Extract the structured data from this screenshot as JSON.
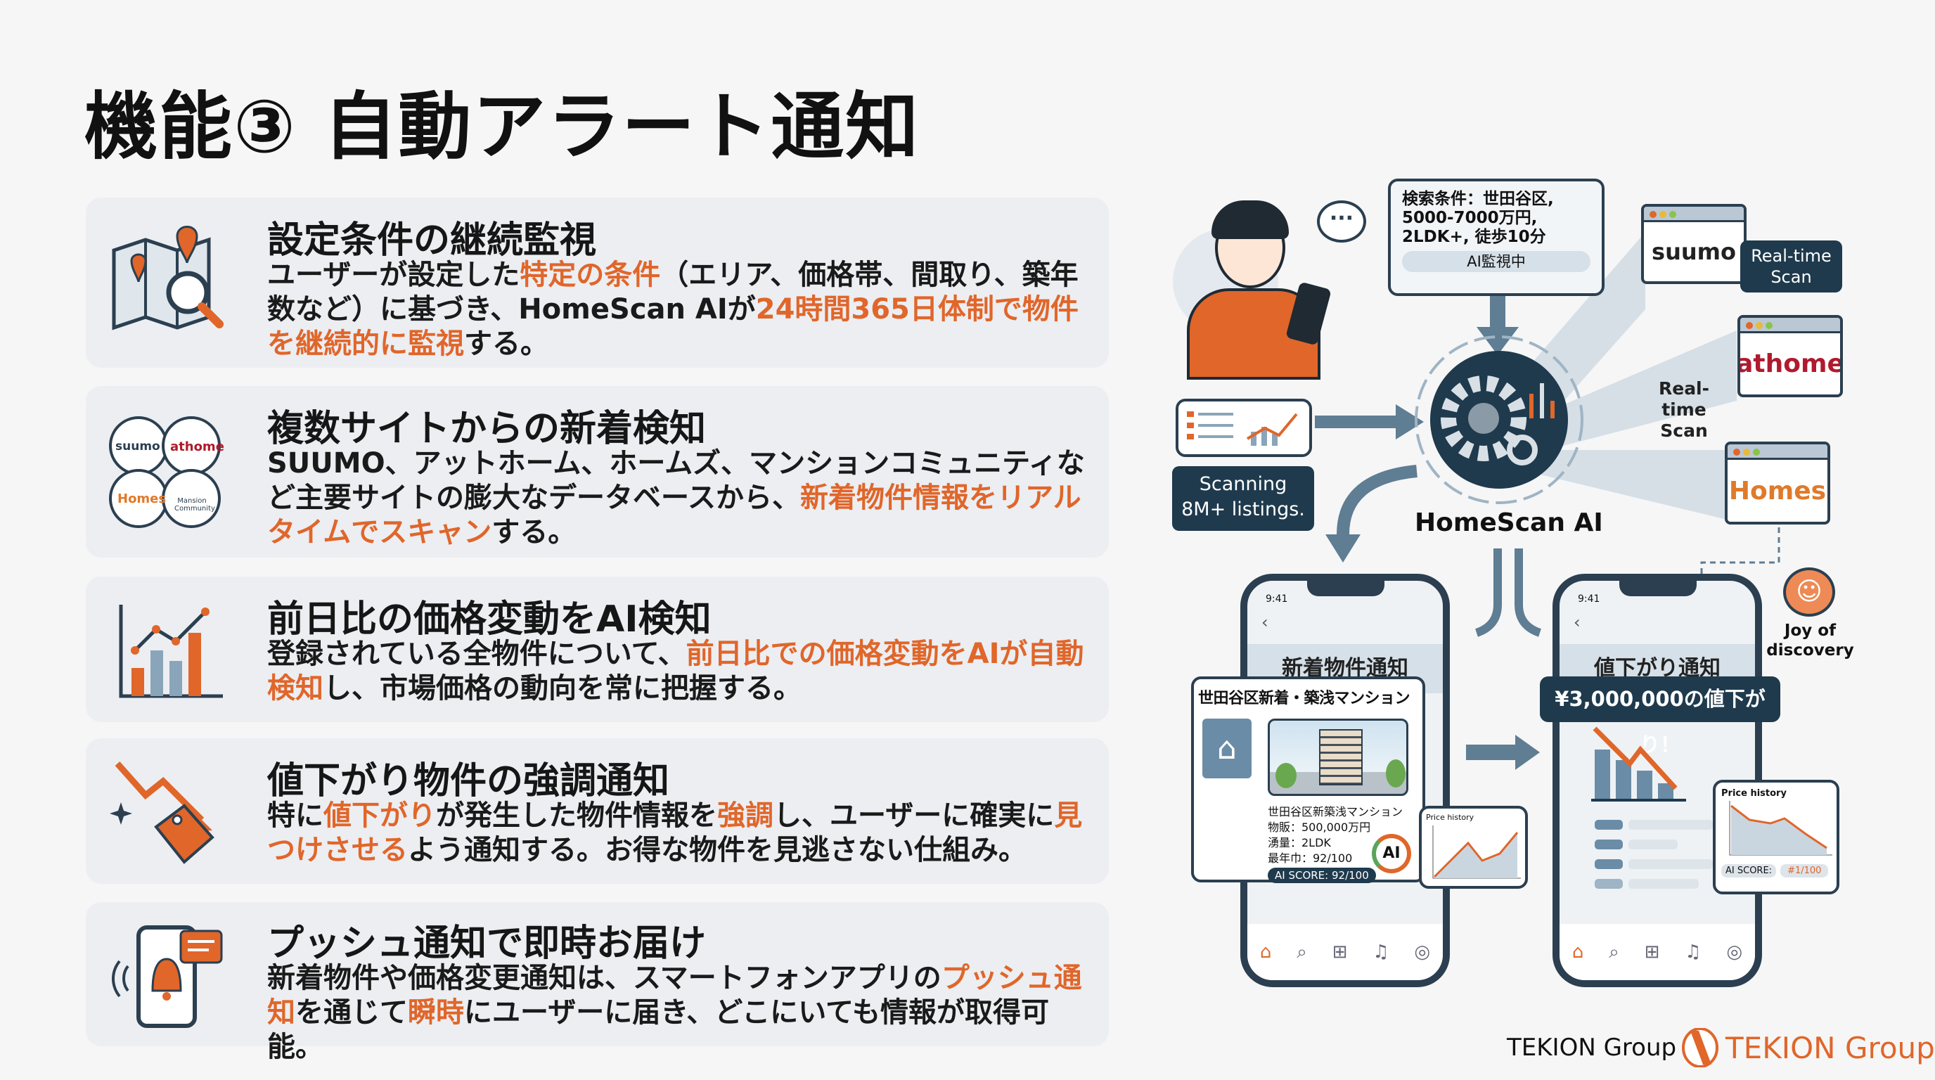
{
  "title": "機能③ 自動アラート通知",
  "colors": {
    "accent": "#e0662a",
    "navy": "#1f3a4d",
    "card_bg": "#eceef2"
  },
  "cards": [
    {
      "icon": "map-search-icon",
      "title": "設定条件の継続監視",
      "body": [
        {
          "t": "ユーザーが設定した"
        },
        {
          "t": "特定の条件",
          "hl": true
        },
        {
          "t": "（エリア、価格帯、間取り、築年数など）に基づき、HomeScan AIが"
        },
        {
          "t": "24時間365日体制で物件を継続的に監視",
          "hl": true
        },
        {
          "t": "する。"
        }
      ]
    },
    {
      "icon": "site-logos-icon",
      "title": "複数サイトからの新着検知",
      "logos": [
        "suumo",
        "athome",
        "Homes",
        "Mansion Community"
      ],
      "body": [
        {
          "t": "SUUMO、アットホーム、ホームズ、マンションコミュニティなど主要サイトの膨大なデータベースから、"
        },
        {
          "t": "新着物件情報をリアルタイムでスキャン",
          "hl": true
        },
        {
          "t": "する。"
        }
      ]
    },
    {
      "icon": "bar-chart-icon",
      "title": "前日比の価格変動をAI検知",
      "body": [
        {
          "t": "登録されている全物件について、"
        },
        {
          "t": "前日比での価格変動をAIが自動検知",
          "hl": true
        },
        {
          "t": "し、市場価格の動向を常に把握する。"
        }
      ]
    },
    {
      "icon": "price-drop-tag-icon",
      "title": "値下がり物件の強調通知",
      "body": [
        {
          "t": "特に"
        },
        {
          "t": "値下がり",
          "hl": true
        },
        {
          "t": "が発生した物件情報を"
        },
        {
          "t": "強調",
          "hl": true
        },
        {
          "t": "し、ユーザーに確実に"
        },
        {
          "t": "見つけさせる",
          "hl": true
        },
        {
          "t": "よう通知する。お得な物件を見逃さない仕組み。"
        }
      ]
    },
    {
      "icon": "phone-bell-icon",
      "title": "プッシュ通知で即時お届け",
      "body": [
        {
          "t": "新着物件や価格変更通知は、スマートフォンアプリの"
        },
        {
          "t": "プッシュ通知",
          "hl": true
        },
        {
          "t": "を通じて"
        },
        {
          "t": "瞬時",
          "hl": true
        },
        {
          "t": "にユーザーに届き、どこにいても情報が取得可能。"
        }
      ]
    }
  ],
  "diagram": {
    "search_box": {
      "lines": [
        "検索条件：世田谷区,",
        "5000-7000万円,",
        "2LDK+, 徒歩10分"
      ],
      "status": "AI監視中"
    },
    "sites": {
      "suumo": "suumo",
      "athome": "athome",
      "homes": "Homes"
    },
    "realtime_label_1": "Real-time Scan",
    "realtime_label_2": "Real-time Scan",
    "scanning": [
      "Scanning",
      "8M+ listings."
    ],
    "hub_label": "HomeScan AI",
    "joy": [
      "Joy of",
      "discovery"
    ],
    "phone_left": {
      "time": "9:41",
      "header": "新着物件通知",
      "card_title": "世田谷区新着・築浅マンション",
      "listing_name": "世田谷区新築浅マンション",
      "details": [
        "物販：500,000万円",
        "湧量：2LDK",
        "最年巾：92/100"
      ],
      "ai_badge": "AI",
      "ai_score": "AI SCORE: 92/100",
      "chart_title": "Price history"
    },
    "phone_right": {
      "time": "9:41",
      "header": "値下がり通知",
      "banner": "¥3,000,000の値下がり！",
      "chart_title": "Price history",
      "ai_score_label": "AI SCORE:",
      "ai_score_value": "#1/100"
    }
  },
  "footer": {
    "company": "TEKION Group",
    "logo_text": "TEKION Group"
  }
}
